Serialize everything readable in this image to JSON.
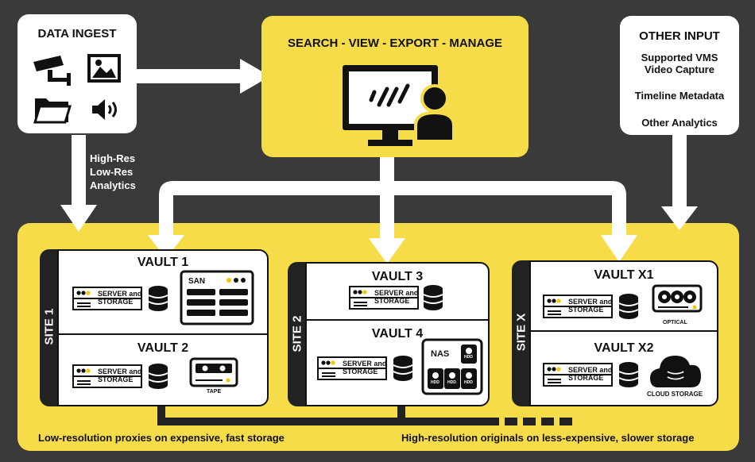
{
  "ingest": {
    "title": "DATA INGEST",
    "flow_labels": [
      "High-Res",
      "Low-Res",
      "Analytics"
    ]
  },
  "manage": {
    "title": "SEARCH - VIEW - EXPORT - MANAGE"
  },
  "other_input": {
    "title": "OTHER INPUT",
    "items": [
      "Supported VMS",
      "Video Capture",
      "Timeline Metadata",
      "Other Analytics"
    ]
  },
  "sites": [
    {
      "label": "SITE 1",
      "vaults": [
        {
          "title": "VAULT 1",
          "server_line1": "SERVER and",
          "server_line2": "STORAGE",
          "device_label": "SAN"
        },
        {
          "title": "VAULT 2",
          "server_line1": "SERVER and",
          "server_line2": "STORAGE",
          "device_label": "TAPE"
        }
      ]
    },
    {
      "label": "SITE 2",
      "vaults": [
        {
          "title": "VAULT 3",
          "server_line1": "SERVER and",
          "server_line2": "STORAGE"
        },
        {
          "title": "VAULT 4",
          "server_line1": "SERVER and",
          "server_line2": "STORAGE",
          "device_label": "NAS",
          "disk_label": "HDD"
        }
      ]
    },
    {
      "label": "SITE X",
      "vaults": [
        {
          "title": "VAULT X1",
          "server_line1": "SERVER and",
          "server_line2": "STORAGE",
          "device_label": "OPTICAL"
        },
        {
          "title": "VAULT X2",
          "server_line1": "SERVER and",
          "server_line2": "STORAGE",
          "device_label": "CLOUD STORAGE"
        }
      ]
    }
  ],
  "footer": {
    "left": "Low-resolution proxies on expensive, fast storage",
    "right": "High-resolution originals on less-expensive, slower storage"
  },
  "colors": {
    "background": "#3a3a3a",
    "accent_yellow": "#f7dc4a",
    "dark": "#111111",
    "white": "#ffffff"
  },
  "icons": [
    "camera-icon",
    "image-icon",
    "folder-icon",
    "speaker-icon",
    "monitor-icon",
    "user-icon",
    "server-icon",
    "database-icon",
    "san-icon",
    "tape-icon",
    "nas-icon",
    "optical-icon",
    "cloud-icon"
  ]
}
